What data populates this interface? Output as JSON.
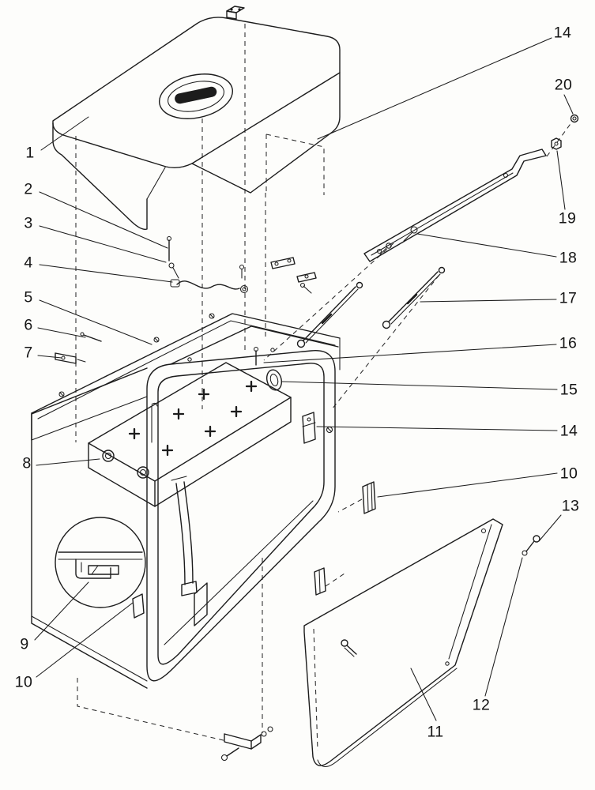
{
  "artwork": {
    "background": "#fdfdfb",
    "line_color": "#1c1c1c"
  },
  "callouts": [
    {
      "id": "14-top",
      "label": "14"
    },
    {
      "id": "20",
      "label": "20"
    },
    {
      "id": "19",
      "label": "19"
    },
    {
      "id": "18",
      "label": "18"
    },
    {
      "id": "17",
      "label": "17"
    },
    {
      "id": "16",
      "label": "16"
    },
    {
      "id": "15",
      "label": "15"
    },
    {
      "id": "14-side",
      "label": "14"
    },
    {
      "id": "10-right",
      "label": "10"
    },
    {
      "id": "13",
      "label": "13"
    },
    {
      "id": "12",
      "label": "12"
    },
    {
      "id": "11",
      "label": "11"
    },
    {
      "id": "1",
      "label": "1"
    },
    {
      "id": "2",
      "label": "2"
    },
    {
      "id": "3",
      "label": "3"
    },
    {
      "id": "4",
      "label": "4"
    },
    {
      "id": "5",
      "label": "5"
    },
    {
      "id": "6",
      "label": "6"
    },
    {
      "id": "7",
      "label": "7"
    },
    {
      "id": "8",
      "label": "8"
    },
    {
      "id": "9",
      "label": "9"
    },
    {
      "id": "10-left",
      "label": "10"
    }
  ]
}
